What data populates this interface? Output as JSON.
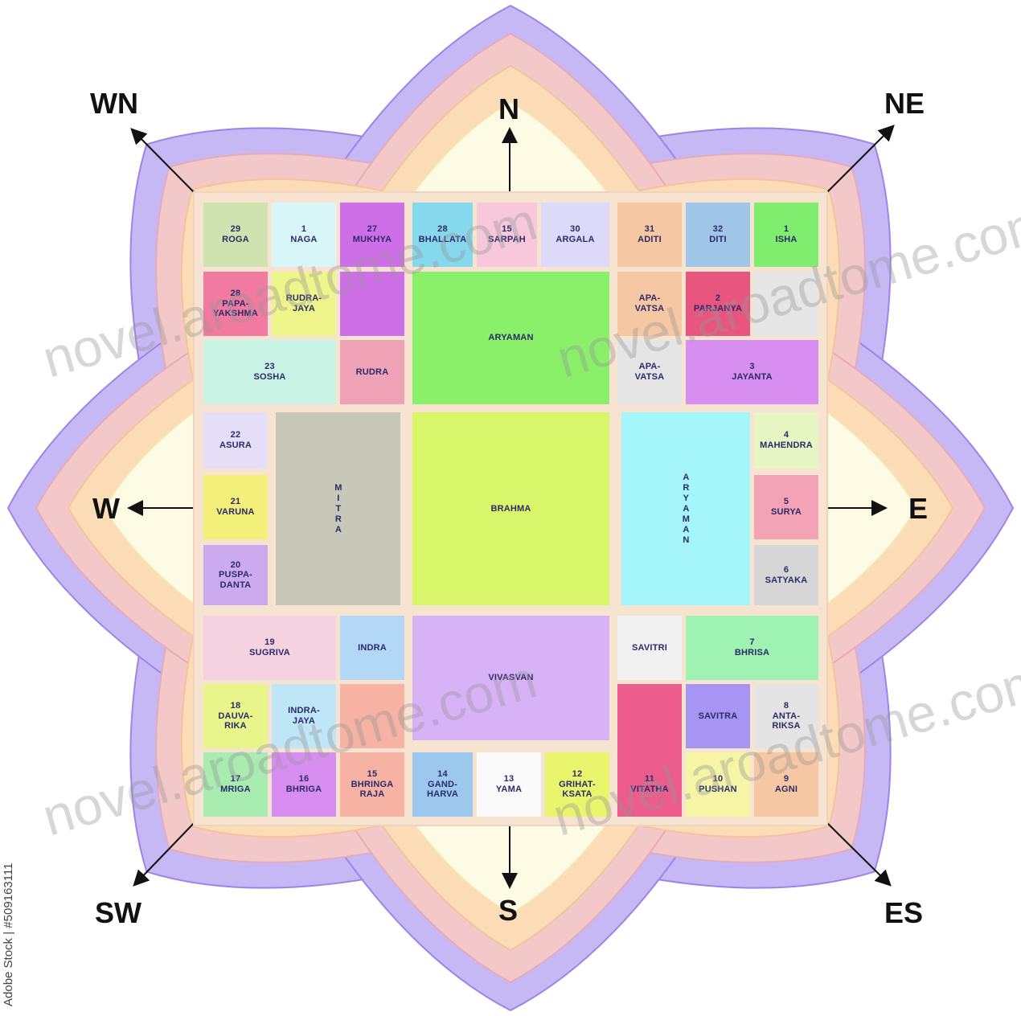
{
  "directions": {
    "n": "N",
    "s": "S",
    "e": "E",
    "w": "W",
    "nw": "WN",
    "ne": "NE",
    "sw": "SW",
    "se": "ES"
  },
  "cells": {
    "c1": "29\nROGA",
    "c2": "1\nNAGA",
    "c3": "27\nMUKHYA",
    "c4": "28\nBHALLATA",
    "c5": "15\nSARPAH",
    "c6": "30\nARGALA",
    "c7": "31\nADITI",
    "c8": "32\nDITI",
    "c9": "1\nISHA",
    "c10": "28\nPAPA-\nYAKSHMA",
    "c11": "RUDRA-\nJAYA",
    "c12": "APA-\nVATSA",
    "c13": "2\nPARJANYA",
    "c14": "23\nSOSHA",
    "c15": "RUDRA",
    "c16": "ARYAMAN",
    "c17": "APA-\nVATSA",
    "c18": "3\nJAYANTA",
    "c19": "22\nASURA",
    "c20": "MITRA",
    "c21": "BRAHMA",
    "c22": "ARYAMAN",
    "c23": "4\nMAHENDRA",
    "c24": "21\nVARUNA",
    "c25": "5\nSURYA",
    "c26": "20\nPUSPA-\nDANTA",
    "c27": "6\nSATYAKA",
    "c28": "19\nSUGRIVA",
    "c29": "INDRA",
    "c30": "VIVASVAN",
    "c31": "SAVITRI",
    "c32": "7\nBHRISA",
    "c33": "18\nDAUVA-\nRIKA",
    "c34": "INDRA-\nJAYA",
    "c35": "SAVITRA",
    "c36": "8\nANTA-\nRIKSA",
    "c37": "17\nMRIGA",
    "c38": "16\nBHRIGA",
    "c39": "15\nBHRINGA\nRAJA",
    "c40": "14\nGAND-\nHARVA",
    "c41": "13\nYAMA",
    "c42": "12\nGRIHAT-\nKSATA",
    "c43": "11\nVITATHA",
    "c44": "10\nPUSHAN",
    "c45": "9\nAGNI"
  },
  "watermark": "novel.aroadtome.com",
  "stock_credit": "Adobe Stock | #509163111"
}
